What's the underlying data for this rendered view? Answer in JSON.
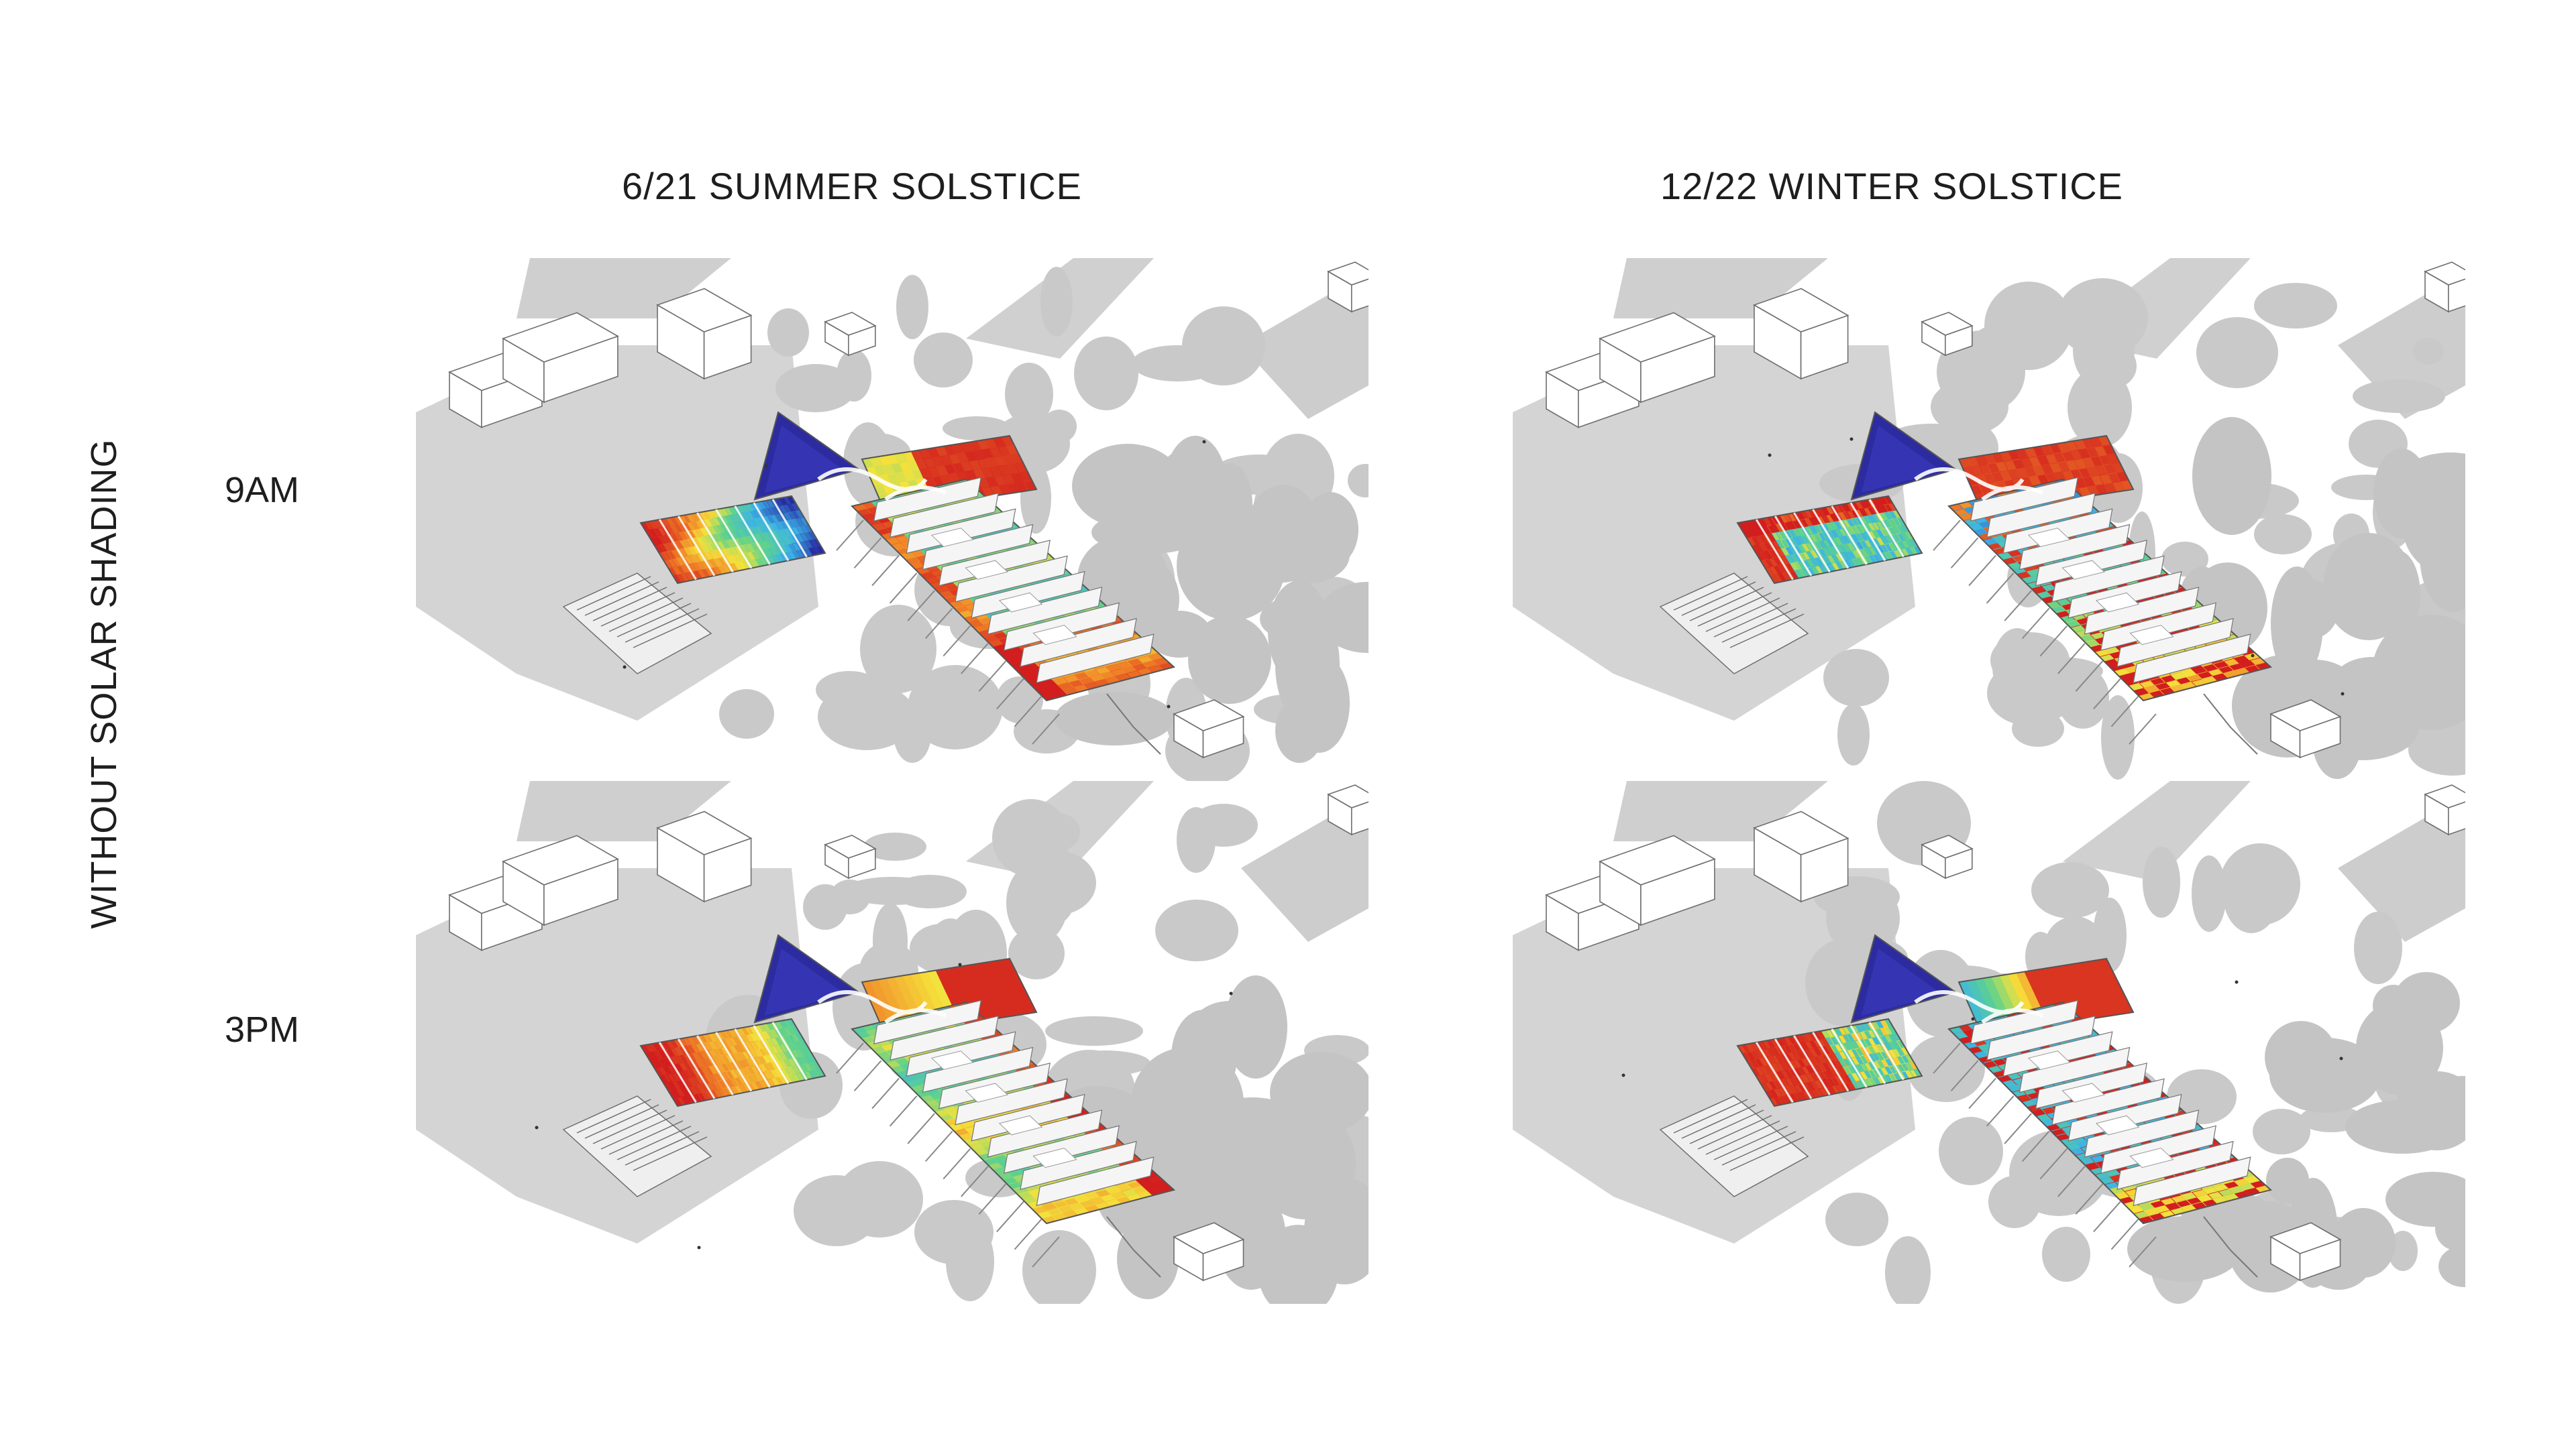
{
  "columns": [
    {
      "title": "6/21 SUMMER SOLSTICE"
    },
    {
      "title": "12/22 WINTER SOLSTICE"
    }
  ],
  "rows": [
    {
      "label": "9AM"
    },
    {
      "label": "3PM"
    }
  ],
  "side_label": "WITHOUT SOLAR SHADING",
  "panels": [
    {
      "id": "summer-9am",
      "season": "summer",
      "time": "9am"
    },
    {
      "id": "winter-9am",
      "season": "winter",
      "time": "9am"
    },
    {
      "id": "summer-3pm",
      "season": "summer",
      "time": "3pm"
    },
    {
      "id": "winter-3pm",
      "season": "winter",
      "time": "3pm"
    }
  ],
  "colors": {
    "shadow": "#c8c8c8",
    "line": "#6e6e6e",
    "hot": "#d21e1e",
    "warm": "#f5e23c",
    "mid": "#5fd28c",
    "cool": "#3cb4e6",
    "cold": "#2828a0"
  }
}
